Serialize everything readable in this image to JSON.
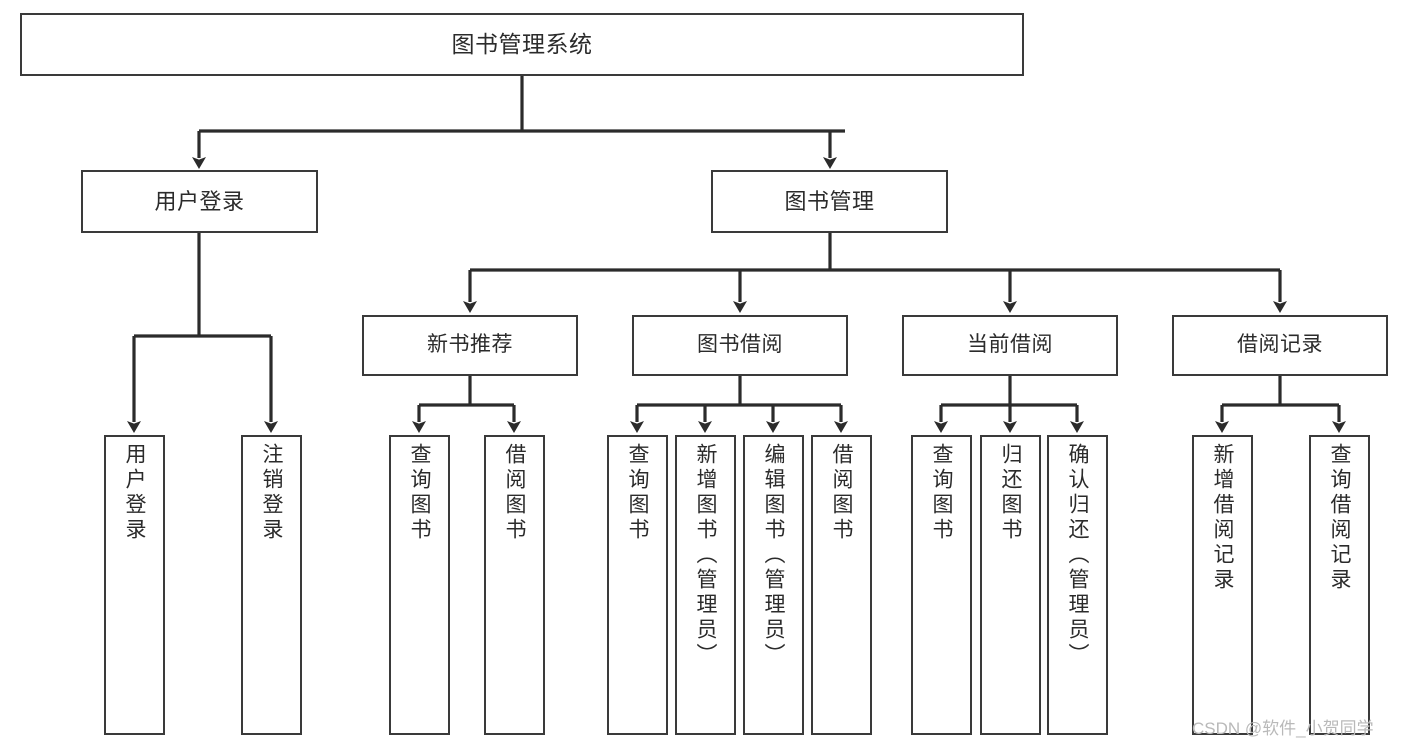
{
  "diagram": {
    "title": "图书管理系统",
    "type": "tree",
    "orientation": "top-down",
    "style": {
      "node_fill": "#ffffff",
      "node_border": "#3a3a3a",
      "edge_color": "#2b2b2b",
      "text_color": "#2b2b2b",
      "background": "#ffffff"
    },
    "root": {
      "id": "root",
      "label": "图书管理系统"
    },
    "level1": [
      {
        "id": "user-login",
        "label": "用户登录"
      },
      {
        "id": "book-manage",
        "label": "图书管理"
      }
    ],
    "level2": [
      {
        "id": "new-book-rec",
        "label": "新书推荐",
        "parent": "book-manage"
      },
      {
        "id": "book-borrow",
        "label": "图书借阅",
        "parent": "book-manage"
      },
      {
        "id": "current-borrow",
        "label": "当前借阅",
        "parent": "book-manage"
      },
      {
        "id": "borrow-record",
        "label": "借阅记录",
        "parent": "book-manage"
      }
    ],
    "leaves": [
      {
        "id": "leaf-user-login",
        "label": "用户登录",
        "parent": "user-login"
      },
      {
        "id": "leaf-logout",
        "label": "注销登录",
        "parent": "user-login"
      },
      {
        "id": "leaf-query-book-1",
        "label": "查询图书",
        "parent": "new-book-rec"
      },
      {
        "id": "leaf-borrow-book-1",
        "label": "借阅图书",
        "parent": "new-book-rec"
      },
      {
        "id": "leaf-query-book-2",
        "label": "查询图书",
        "parent": "book-borrow"
      },
      {
        "id": "leaf-add-book",
        "label": "新增图书（管理员）",
        "parent": "book-borrow"
      },
      {
        "id": "leaf-edit-book",
        "label": "编辑图书（管理员）",
        "parent": "book-borrow"
      },
      {
        "id": "leaf-borrow-book-2",
        "label": "借阅图书",
        "parent": "book-borrow"
      },
      {
        "id": "leaf-query-book-3",
        "label": "查询图书",
        "parent": "current-borrow"
      },
      {
        "id": "leaf-return-book",
        "label": "归还图书",
        "parent": "current-borrow"
      },
      {
        "id": "leaf-confirm-return",
        "label": "确认归还（管理员）",
        "parent": "current-borrow"
      },
      {
        "id": "leaf-add-record",
        "label": "新增借阅记录",
        "parent": "borrow-record"
      },
      {
        "id": "leaf-query-record",
        "label": "查询借阅记录",
        "parent": "borrow-record"
      }
    ]
  },
  "watermark": {
    "text": "CSDN @软件_小贺同学"
  }
}
